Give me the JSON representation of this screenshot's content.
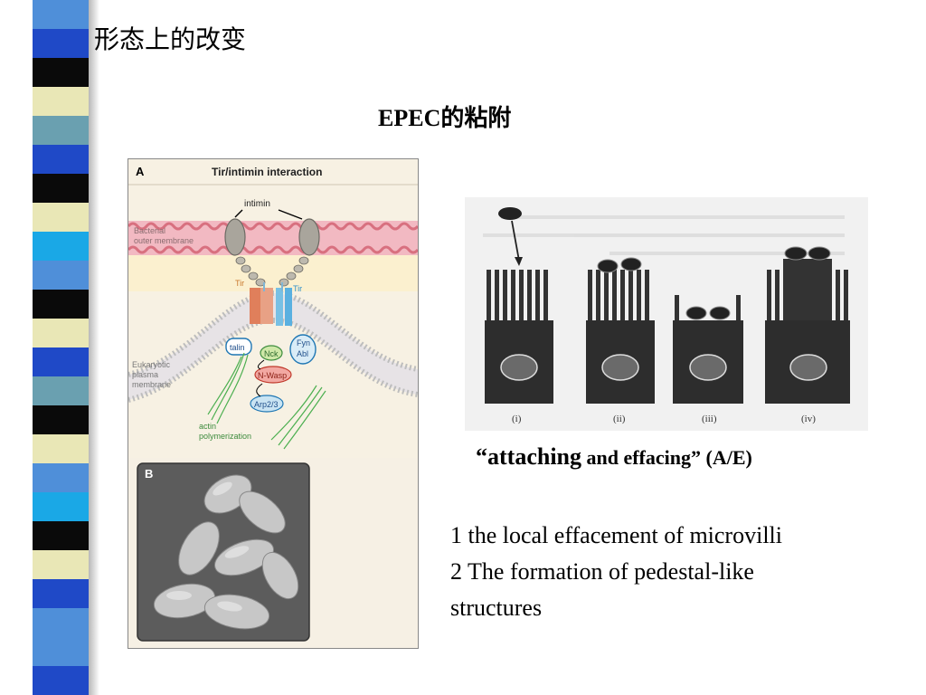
{
  "slide": {
    "title": "形态上的改变",
    "subtitle": "EPEC的粘附"
  },
  "figure_left": {
    "panel_a": {
      "letter": "A",
      "title": "Tir/intimin interaction",
      "labels": {
        "intimin": "intimin",
        "bacterial_1": "Bacterial",
        "bacterial_2": "outer membrane",
        "tir_left": "Tir",
        "tir_right": "Tir",
        "eukaryotic_1": "Eukaryotic",
        "eukaryotic_2": "plasma",
        "eukaryotic_3": "membrane",
        "talin": "talin",
        "fyn": "Fyn",
        "abl": "Abl",
        "nck": "Nck",
        "nwasp": "N-Wasp",
        "arp": "Arp2/3",
        "actin_1": "actin",
        "actin_2": "polymerization"
      }
    },
    "panel_b": {
      "letter": "B"
    }
  },
  "figure_right": {
    "stage_labels": [
      "(i)",
      "(ii)",
      "(iii)",
      "(iv)"
    ]
  },
  "caption": {
    "open_quote": "“",
    "attaching": "attaching",
    "rest": " and effacing” (A/E)"
  },
  "points": [
    "1 the local effacement of microvilli",
    "2 The formation of pedestal-like",
    "structures"
  ],
  "colors": {
    "stripe": [
      "#4f8fd9",
      "#1f49c7",
      "#0a0a0a",
      "#e9e7b6",
      "#6aa0b0",
      "#1aa8e6"
    ]
  }
}
